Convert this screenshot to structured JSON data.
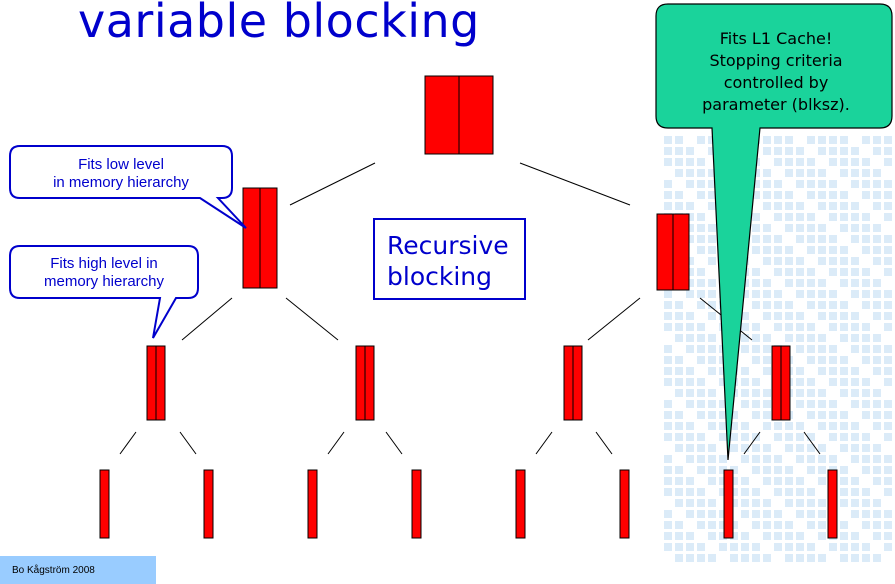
{
  "title": "variable blocking",
  "callouts": {
    "low_level": [
      "Fits low level",
      "in memory hierarchy"
    ],
    "high_level": [
      "Fits high level in",
      "memory hierarchy"
    ],
    "l1_cache": [
      "Fits L1 Cache!",
      "Stopping criteria",
      "controlled by",
      "parameter (blksz)."
    ]
  },
  "recursive_label": [
    "Recursive",
    "blocking"
  ],
  "footer": "Bo Kågström 2008",
  "colors": {
    "title": "#0000cc",
    "block_fill": "#ff0000",
    "callout_border": "#0000cc",
    "green_callout": "#1ad39b",
    "footer_bg": "#99ccff",
    "background_pattern": "#cfe4f5"
  }
}
